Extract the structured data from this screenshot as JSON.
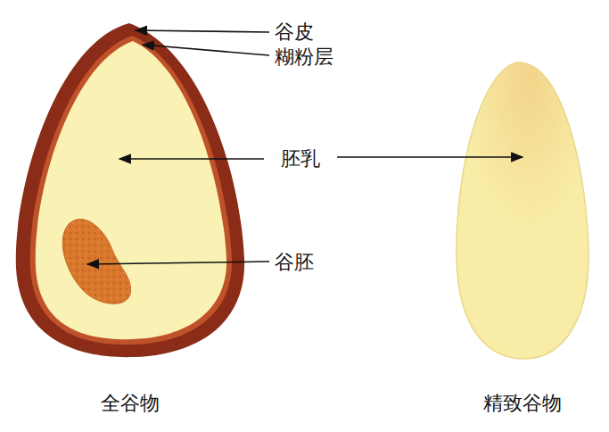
{
  "diagram": {
    "labels": [
      "谷皮",
      "糊粉层",
      "胚乳",
      "谷胚",
      "全谷物",
      "精致谷物"
    ]
  }
}
